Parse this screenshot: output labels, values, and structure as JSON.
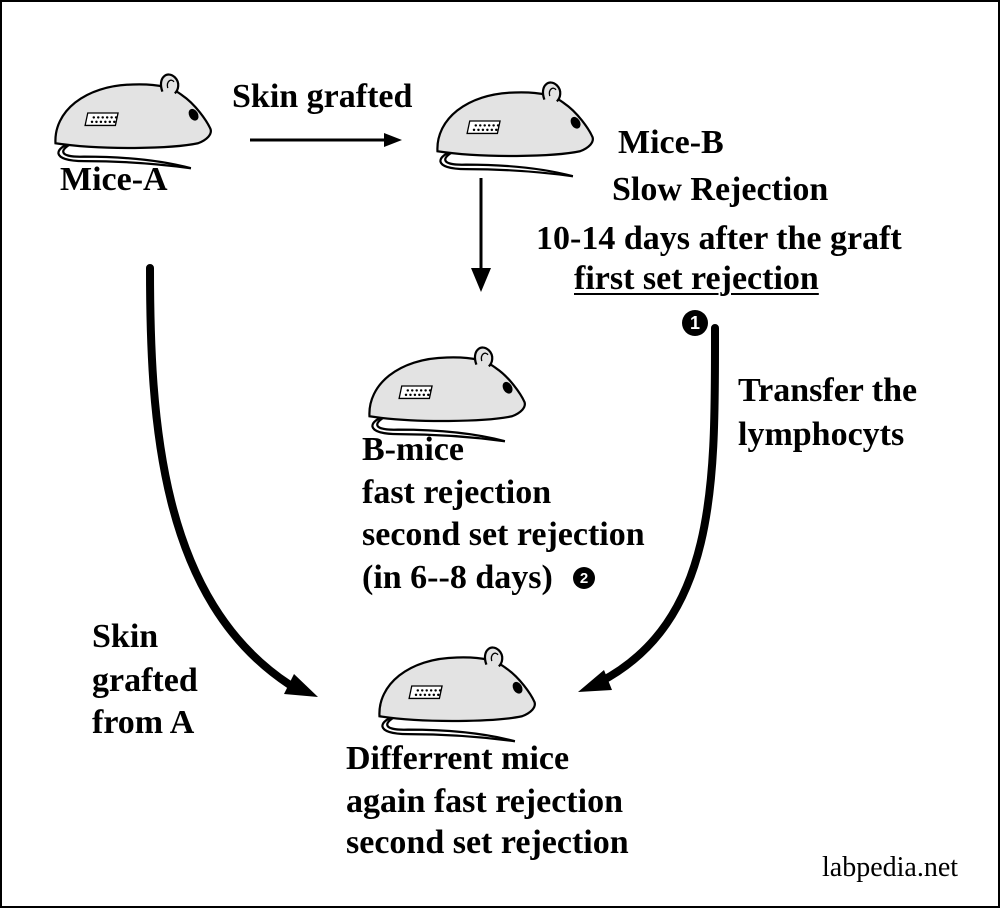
{
  "labels": {
    "mice_a": "Mice-A",
    "skin_grafted": "Skin grafted",
    "mice_b": "Mice-B",
    "slow_rejection": "Slow Rejection",
    "days_after_graft": "10-14 days after the graft",
    "first_set_rejection": "first set rejection",
    "transfer_line1": "Transfer the",
    "transfer_line2": "lymphocyts",
    "b_mice": "B-mice",
    "fast_rejection": "fast rejection",
    "second_set_rejection": "second set rejection",
    "in_days": "(in 6--8 days)",
    "skin_from_a_line1": "Skin",
    "skin_from_a_line2": "grafted",
    "skin_from_a_line3": "from A",
    "different_mice": "Differrent  mice",
    "again_fast_rejection": "again fast rejection",
    "second_set_rejection_2": "second set rejection"
  },
  "badges": {
    "one": "1",
    "two": "2"
  },
  "watermark": "labpedia.net",
  "colors": {
    "mouse_fill": "#e3e3e3",
    "stroke": "#000000",
    "background": "#ffffff"
  }
}
